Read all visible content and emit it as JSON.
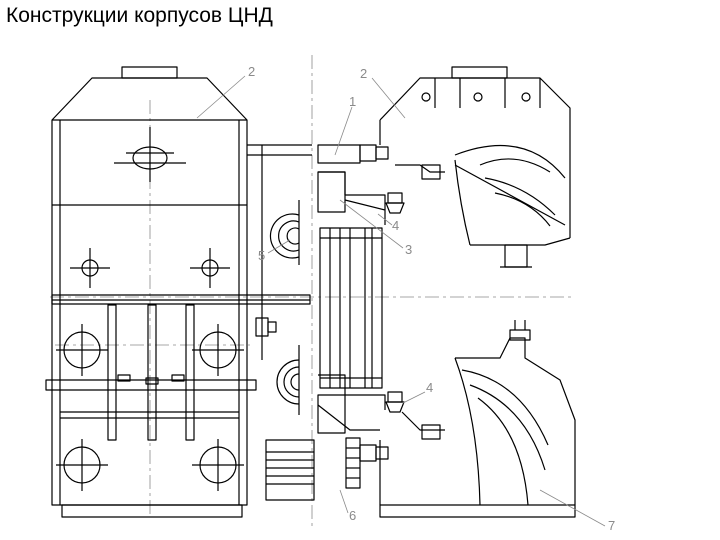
{
  "slide": {
    "title": "Конструкции корпусов ЦНД"
  },
  "drawing": {
    "line_color": "#000000",
    "hidden_color": "#8a8a8a",
    "callout_color": "#8a8a8a",
    "callouts": [
      "2",
      "2",
      "1",
      "4",
      "3",
      "5",
      "4",
      "6",
      "7"
    ]
  }
}
